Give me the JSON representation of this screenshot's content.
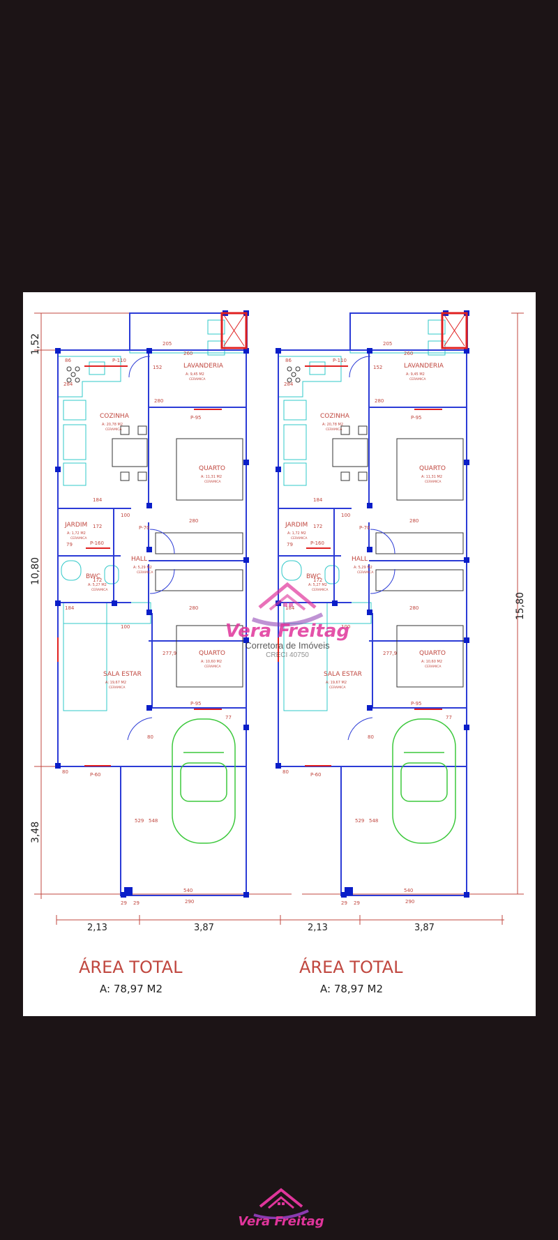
{
  "units": [
    {
      "rooms": {
        "lavanderia": {
          "name": "LAVANDERIA",
          "area": "A: 9,45 M2",
          "finish": "CERAMICA"
        },
        "cozinha": {
          "name": "COZINHA",
          "area": "A: 20,78 M2",
          "finish": "CERAMICA"
        },
        "quarto1": {
          "name": "QUARTO",
          "area": "A: 11,31 M2",
          "finish": "CERAMICA"
        },
        "jardim": {
          "name": "JARDIM",
          "area": "A: 1,72 M2",
          "finish": "CERAMICA"
        },
        "hall": {
          "name": "HALL",
          "area": "A: 5,29 M2",
          "finish": "CERAMICA"
        },
        "bwc": {
          "name": "BWC",
          "area": "A: 5,27 M2",
          "finish": "CERAMICA"
        },
        "quarto2": {
          "name": "QUARTO",
          "area": "A: 10,60 M2",
          "finish": "CERAMICA"
        },
        "sala": {
          "name": "SALA ESTAR",
          "area": "A: 19,67 M2",
          "finish": "CERAMICA"
        }
      },
      "total_label": "ÁREA TOTAL",
      "total_value": "A: 78,97 M2",
      "dims_bottom": [
        "2,13",
        "3,87"
      ],
      "annotations": {
        "d205": "205",
        "d260": "260",
        "d86": "86",
        "p110": "P-110",
        "d152": "152",
        "d284": "284",
        "d280a": "280",
        "d280b": "280",
        "d280c": "280",
        "p95a": "P-95",
        "p95b": "P-95",
        "d184a": "184",
        "d184b": "184",
        "d100a": "100",
        "d100b": "100",
        "d172a": "172",
        "d172b": "172",
        "p160": "P-160",
        "p70": "P-70",
        "d79": "79",
        "d2779": "277,9",
        "p60": "P-60",
        "d80a": "80",
        "d80b": "80",
        "d77": "77",
        "d548": "548",
        "d540": "540",
        "d290": "290",
        "d29a": "29",
        "d29b": "29",
        "d529": "529"
      }
    },
    {
      "rooms": {
        "lavanderia": {
          "name": "LAVANDERIA",
          "area": "A: 9,45 M2",
          "finish": "CERAMICA"
        },
        "cozinha": {
          "name": "COZINHA",
          "area": "A: 20,78 M2",
          "finish": "CERAMICA"
        },
        "quarto1": {
          "name": "QUARTO",
          "area": "A: 11,31 M2",
          "finish": "CERAMICA"
        },
        "jardim": {
          "name": "JARDIM",
          "area": "A: 1,72 M2",
          "finish": "CERAMICA"
        },
        "hall": {
          "name": "HALL",
          "area": "A: 5,29 M2",
          "finish": "CERAMICA"
        },
        "bwc": {
          "name": "BWC",
          "area": "A: 5,27 M2",
          "finish": "CERAMICA"
        },
        "quarto2": {
          "name": "QUARTO",
          "area": "A: 10,60 M2",
          "finish": "CERAMICA"
        },
        "sala": {
          "name": "SALA ESTAR",
          "area": "A: 19,67 M2",
          "finish": "CERAMICA"
        }
      },
      "total_label": "ÁREA TOTAL",
      "total_value": "A: 78,97 M2",
      "dims_bottom": [
        "2,13",
        "3,87"
      ],
      "annotations": {
        "d205": "205",
        "d260": "260",
        "d86": "86",
        "p110": "P-110",
        "d152": "152",
        "d284": "284",
        "d280a": "280",
        "d280b": "280",
        "d280c": "280",
        "p95a": "P-95",
        "p95b": "P-95",
        "d184a": "184",
        "d184b": "184",
        "d100a": "100",
        "d100b": "100",
        "d172a": "172",
        "d172b": "172",
        "p160": "P-160",
        "p70": "P-70",
        "d79": "79",
        "d2779": "277,9",
        "p60": "P-60",
        "d80a": "80",
        "d80b": "80",
        "d77": "77",
        "d548": "548",
        "d540": "540",
        "d290": "290",
        "d29a": "29",
        "d29b": "29",
        "d529": "529"
      }
    }
  ],
  "dims_left": [
    "1,52",
    "10,80",
    "3,48"
  ],
  "dims_right": [
    "15,80"
  ],
  "watermark": {
    "name": "Vera Freitag",
    "subtitle": "Corretora de Imóveis",
    "creci": "CRECI 40750"
  },
  "footer": {
    "name": "Vera Freitag"
  },
  "colors": {
    "wall": "#2b3bd6",
    "wall_fill": "#0a1ec8",
    "dim_line": "#c0473f",
    "fixture": "#2fc8c8",
    "car": "#3cc83c",
    "text": "#c0473f",
    "brand": "#e0359b",
    "background": "#1c1416",
    "sheet": "#ffffff"
  }
}
